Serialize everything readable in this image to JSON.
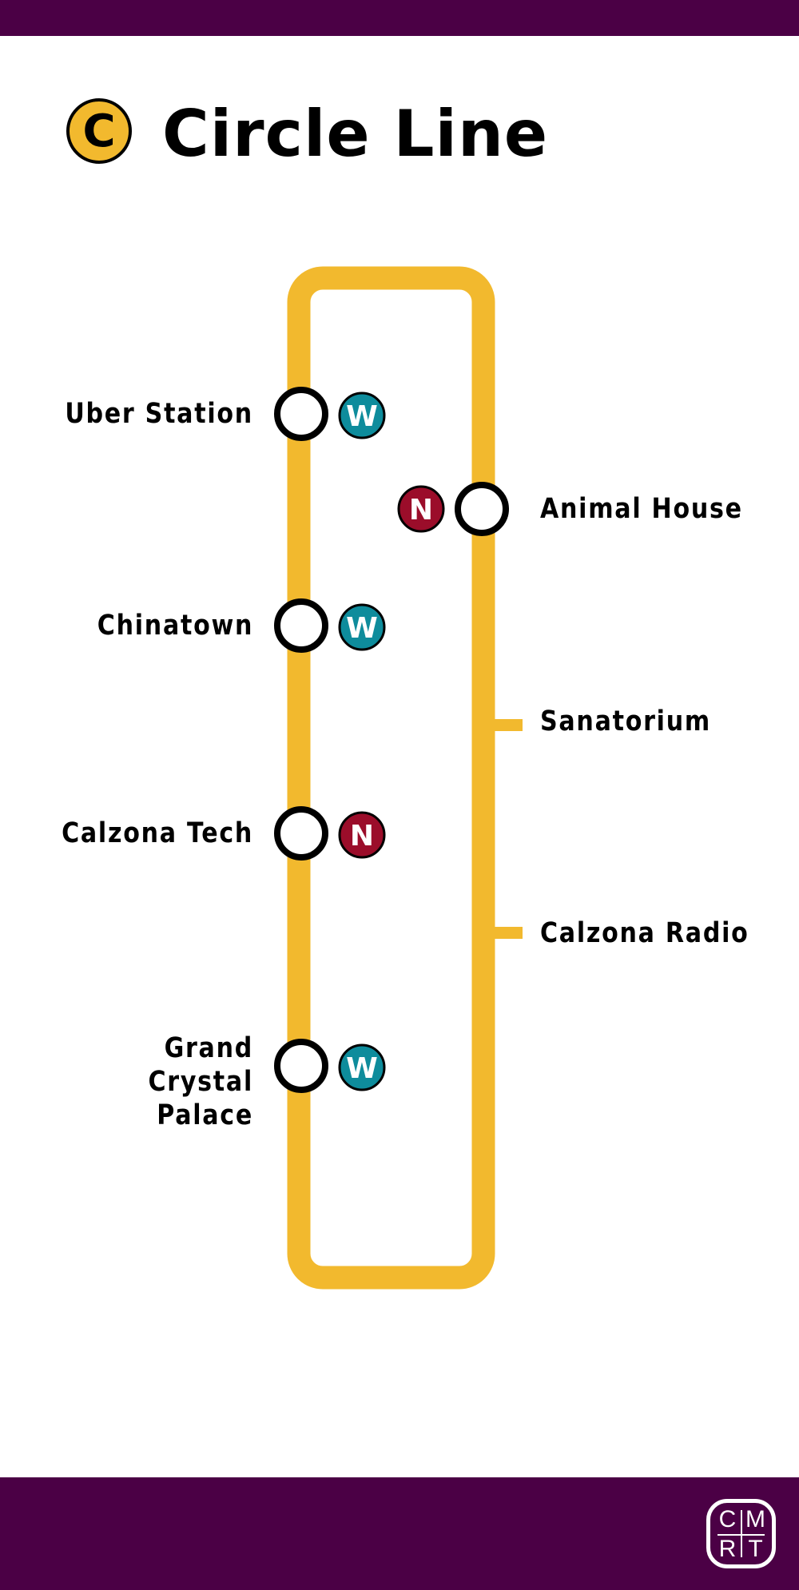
{
  "header": {
    "line_letter": "C",
    "title": "Circle Line"
  },
  "colors": {
    "brand": "#4b0045",
    "line": "#f2b92e",
    "west_line": "#0e8c9c",
    "north_line": "#9b0d2a"
  },
  "stations": [
    {
      "name": "Uber Station",
      "side": "left",
      "transfer": "W"
    },
    {
      "name": "Animal House",
      "side": "right",
      "transfer": "N"
    },
    {
      "name": "Chinatown",
      "side": "left",
      "transfer": "W"
    },
    {
      "name": "Sanatorium",
      "side": "right",
      "transfer": null
    },
    {
      "name": "Calzona Tech",
      "side": "left",
      "transfer": "N"
    },
    {
      "name": "Calzona Radio",
      "side": "right",
      "transfer": null
    },
    {
      "name": "Grand Crystal Palace",
      "side": "left",
      "transfer": "W"
    }
  ],
  "logo": {
    "letters": [
      "C",
      "M",
      "R",
      "T"
    ]
  }
}
